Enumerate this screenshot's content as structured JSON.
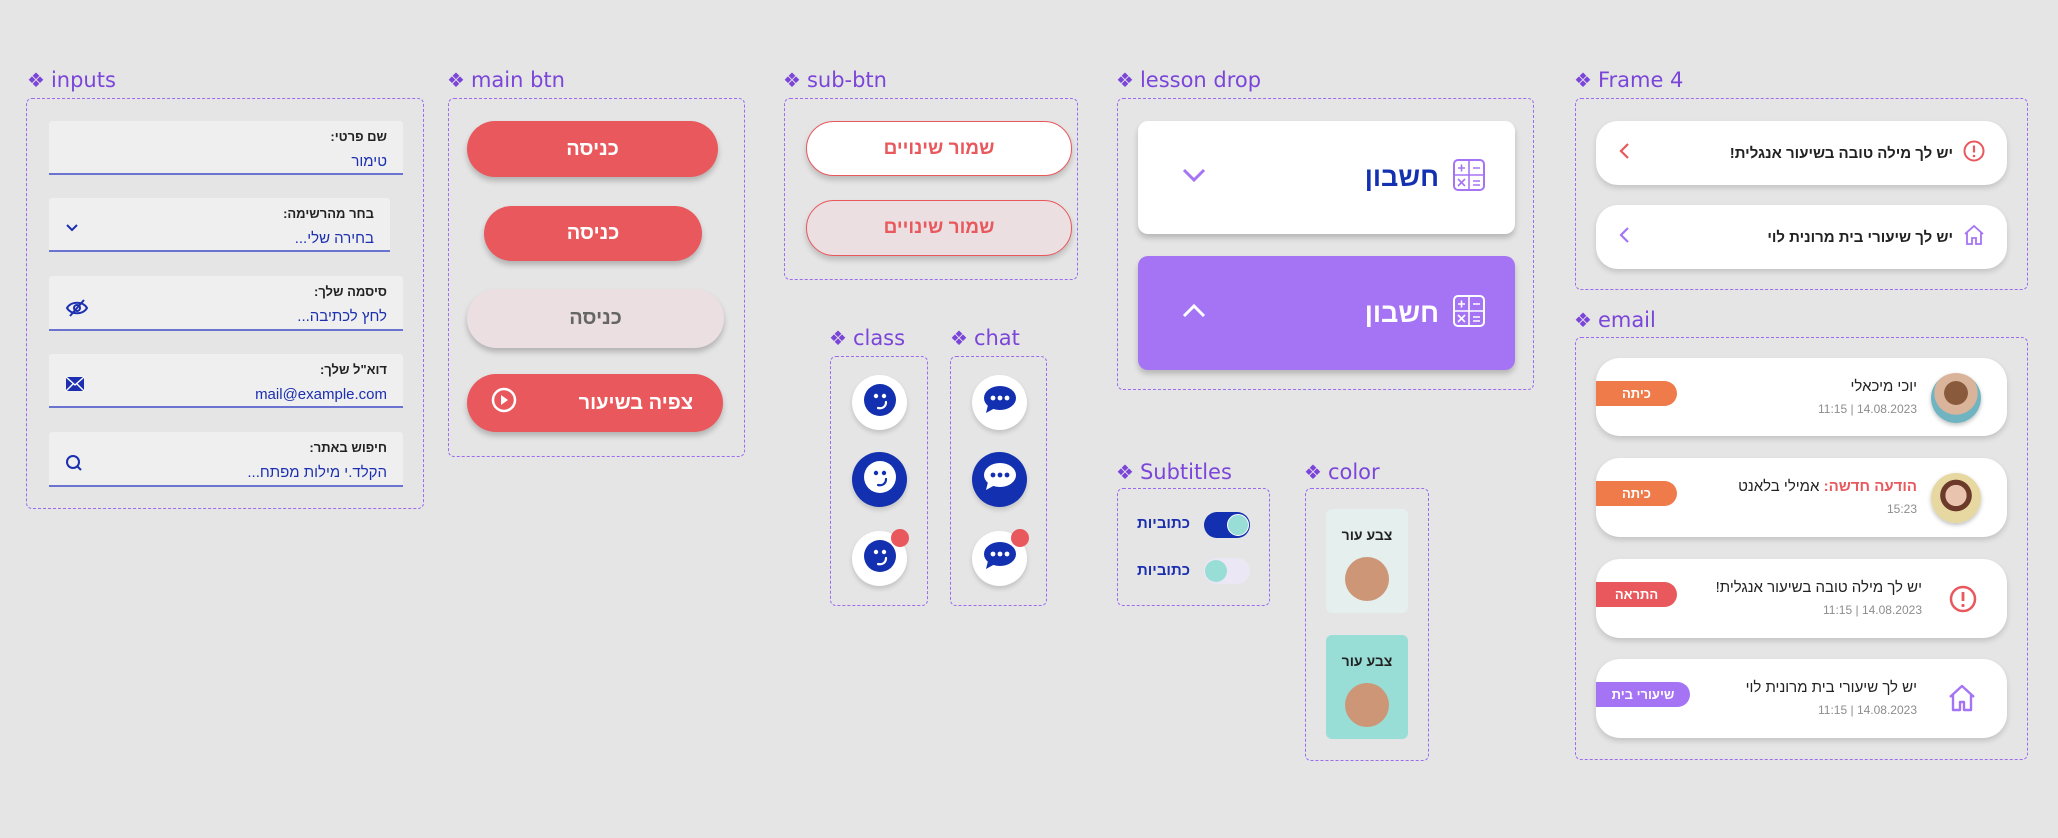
{
  "sections": {
    "inputs": "inputs",
    "main_btn": "main btn",
    "sub_btn": "sub-btn",
    "class": "class",
    "chat": "chat",
    "lesson_drop": "lesson drop",
    "subtitles": "Subtitles",
    "color": "color",
    "frame4": "Frame 4",
    "email": "email"
  },
  "inputs": [
    {
      "label": "שם פרטי:",
      "value": "טימור"
    },
    {
      "label": "בחר מהרשימה:",
      "value": "בחירה שלי..."
    },
    {
      "label": "סיסמה שלך:",
      "value": "לחץ לכתיבה..."
    },
    {
      "label": "דוא\"ל שלך:",
      "value": "mail@example.com"
    },
    {
      "label": "חיפוש באתר:",
      "value": "הקלד.י מילות מפתח..."
    }
  ],
  "main_buttons": [
    "כניסה",
    "כניסה",
    "כניסה",
    "צפיה בשיעור"
  ],
  "sub_buttons": [
    "שמור שינויים",
    "שמור שינויים"
  ],
  "lesson_drop": [
    "חשבון",
    "חשבון"
  ],
  "subtitles": [
    "כתוביות",
    "כתוביות"
  ],
  "toggles": [
    {
      "on": true
    },
    {
      "on": false
    }
  ],
  "color": [
    "צבע עור",
    "צבע עור"
  ],
  "frame4": [
    "יש לך מילה טובה בשיעור אנגלית!",
    "יש לך שיעורי בית מרונית לוי"
  ],
  "email": [
    {
      "title": "יוכי מיכאלי",
      "time": "11:15 | 14.08.2023",
      "badge": "כיתה"
    },
    {
      "prefix": "הודעה חדשה:",
      "title": "אמילי בלאנט",
      "time": "15:23",
      "badge": "כיתה"
    },
    {
      "title": "יש לך מילה טובה בשיעור אנגלית!",
      "time": "11:15 | 14.08.2023",
      "badge": "התראה"
    },
    {
      "title": "יש לך שיעורי בית מרונית לוי",
      "time": "11:15 | 14.08.2023",
      "badge": "שיעורי בית"
    }
  ],
  "colors": {
    "accent": "#e8585c",
    "primary": "#1b2fb0",
    "purple": "#a574f5",
    "teal": "#98ded6",
    "orange": "#ef7b4a"
  }
}
